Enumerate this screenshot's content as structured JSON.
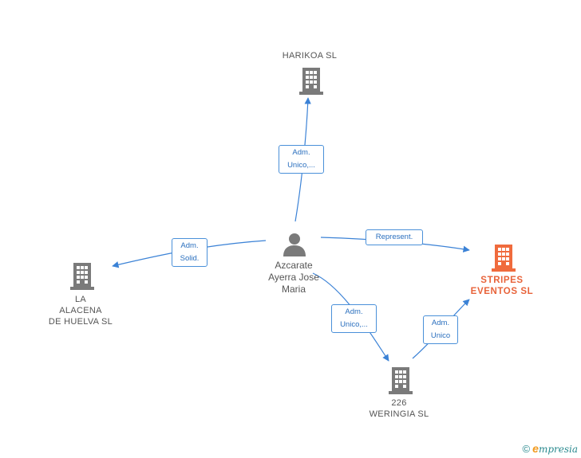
{
  "nodes": {
    "harikoa": {
      "label": "HARIKOA  SL",
      "color": "#7a7a7a"
    },
    "la_alacena": {
      "label": "LA\nALACENA\nDE HUELVA SL",
      "color": "#7a7a7a"
    },
    "stripes": {
      "label": "STRIPES\nEVENTOS  SL",
      "color": "#f06b3d"
    },
    "weringia": {
      "label": "226\nWERINGIA  SL",
      "color": "#7a7a7a"
    },
    "person": {
      "label": "Azcarate\nAyerra Jose\nMaria",
      "color": "#7a7a7a"
    }
  },
  "edges": {
    "to_harikoa": "Adm.\nUnico,...",
    "to_la_alacena": "Adm.\nSolid.",
    "to_stripes": "Represent.",
    "to_weringia": "Adm.\nUnico,...",
    "weringia_to_stripes": "Adm.\nUnico"
  },
  "colors": {
    "edge": "#3b82d6",
    "building": "#7a7a7a",
    "highlight": "#f06b3d"
  },
  "footer": {
    "copyright": "©",
    "brand_first": "e",
    "brand_rest": "mpresia"
  }
}
